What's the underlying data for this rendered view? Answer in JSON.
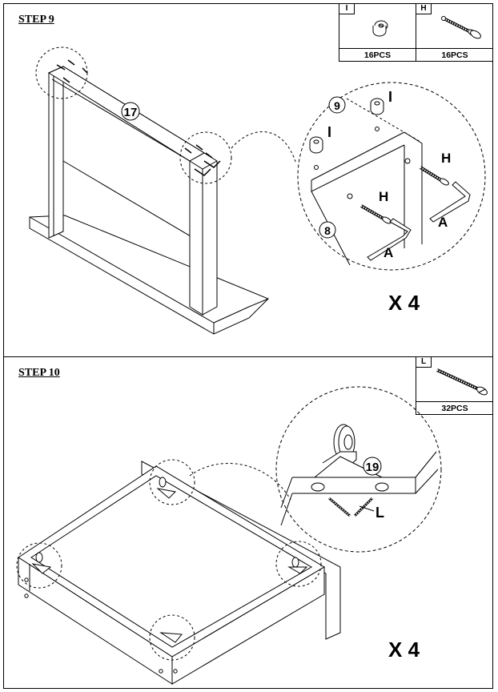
{
  "step9": {
    "title": "STEP 9",
    "parts": [
      {
        "letter": "I",
        "quantity": "16PCS",
        "icon": "cam-lock-icon"
      },
      {
        "letter": "H",
        "quantity": "16PCS",
        "icon": "cam-bolt-icon"
      }
    ],
    "panel_number": "17",
    "detail_labels": {
      "side": "9",
      "front": "8",
      "cam": "I",
      "bolt": "H",
      "key": "A"
    },
    "multiplier": "X 4"
  },
  "step10": {
    "title": "STEP 10",
    "parts": [
      {
        "letter": "L",
        "quantity": "32PCS",
        "icon": "screw-icon"
      }
    ],
    "detail_labels": {
      "caster": "19",
      "screw": "L"
    },
    "multiplier": "X 4"
  }
}
